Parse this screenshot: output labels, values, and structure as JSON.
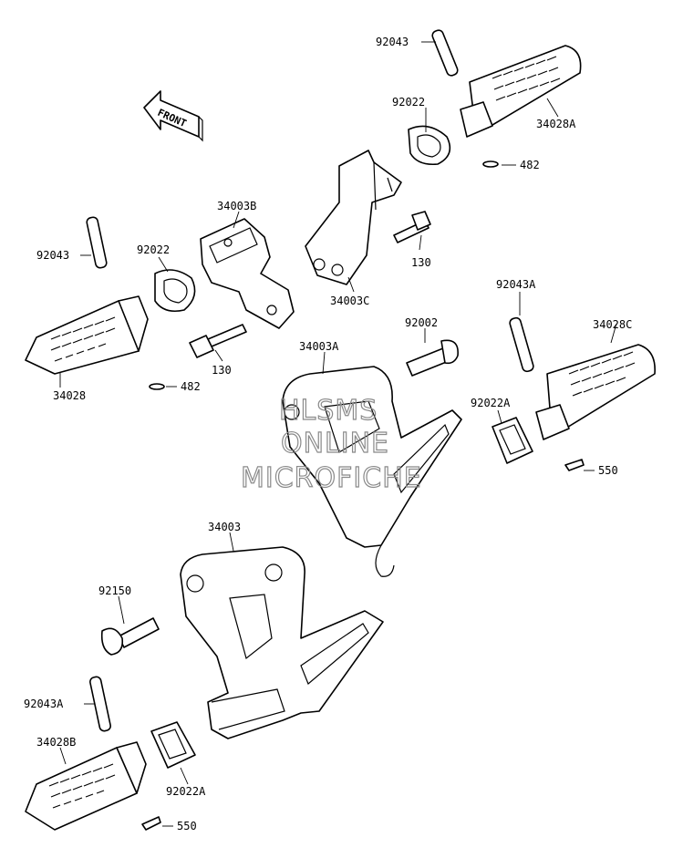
{
  "diagram": {
    "labels": {
      "l_92043_a": "92043",
      "l_92022_a": "92022",
      "l_34028A": "34028A",
      "l_482_a": "482",
      "l_34003B": "34003B",
      "l_92043_b": "92043",
      "l_92022_b": "92022",
      "l_130_a": "130",
      "l_34003C": "34003C",
      "l_92043A_a": "92043A",
      "l_34028C": "34028C",
      "l_34028": "34028",
      "l_482_b": "482",
      "l_130_b": "130",
      "l_34003A": "34003A",
      "l_92002": "92002",
      "l_92022A_a": "92022A",
      "l_550_a": "550",
      "l_34003": "34003",
      "l_92150": "92150",
      "l_92043A_b": "92043A",
      "l_34028B": "34028B",
      "l_92022A_b": "92022A",
      "l_550_b": "550"
    },
    "front_arrow_text": "FRONT",
    "watermark": [
      "HLSMS",
      "ONLINE",
      "MICROFICHE"
    ]
  }
}
